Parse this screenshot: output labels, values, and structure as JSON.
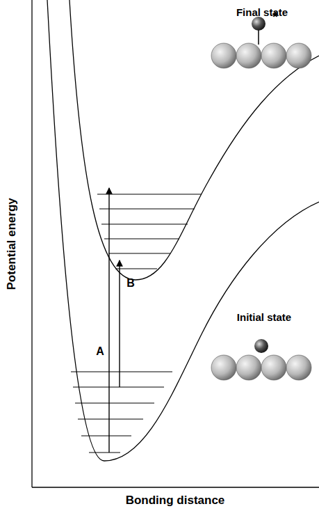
{
  "diagram": {
    "labels": [
      "Potential energy",
      "Bonding distance",
      "Final state",
      "Initial state",
      "A",
      "B",
      "*"
    ]
  }
}
